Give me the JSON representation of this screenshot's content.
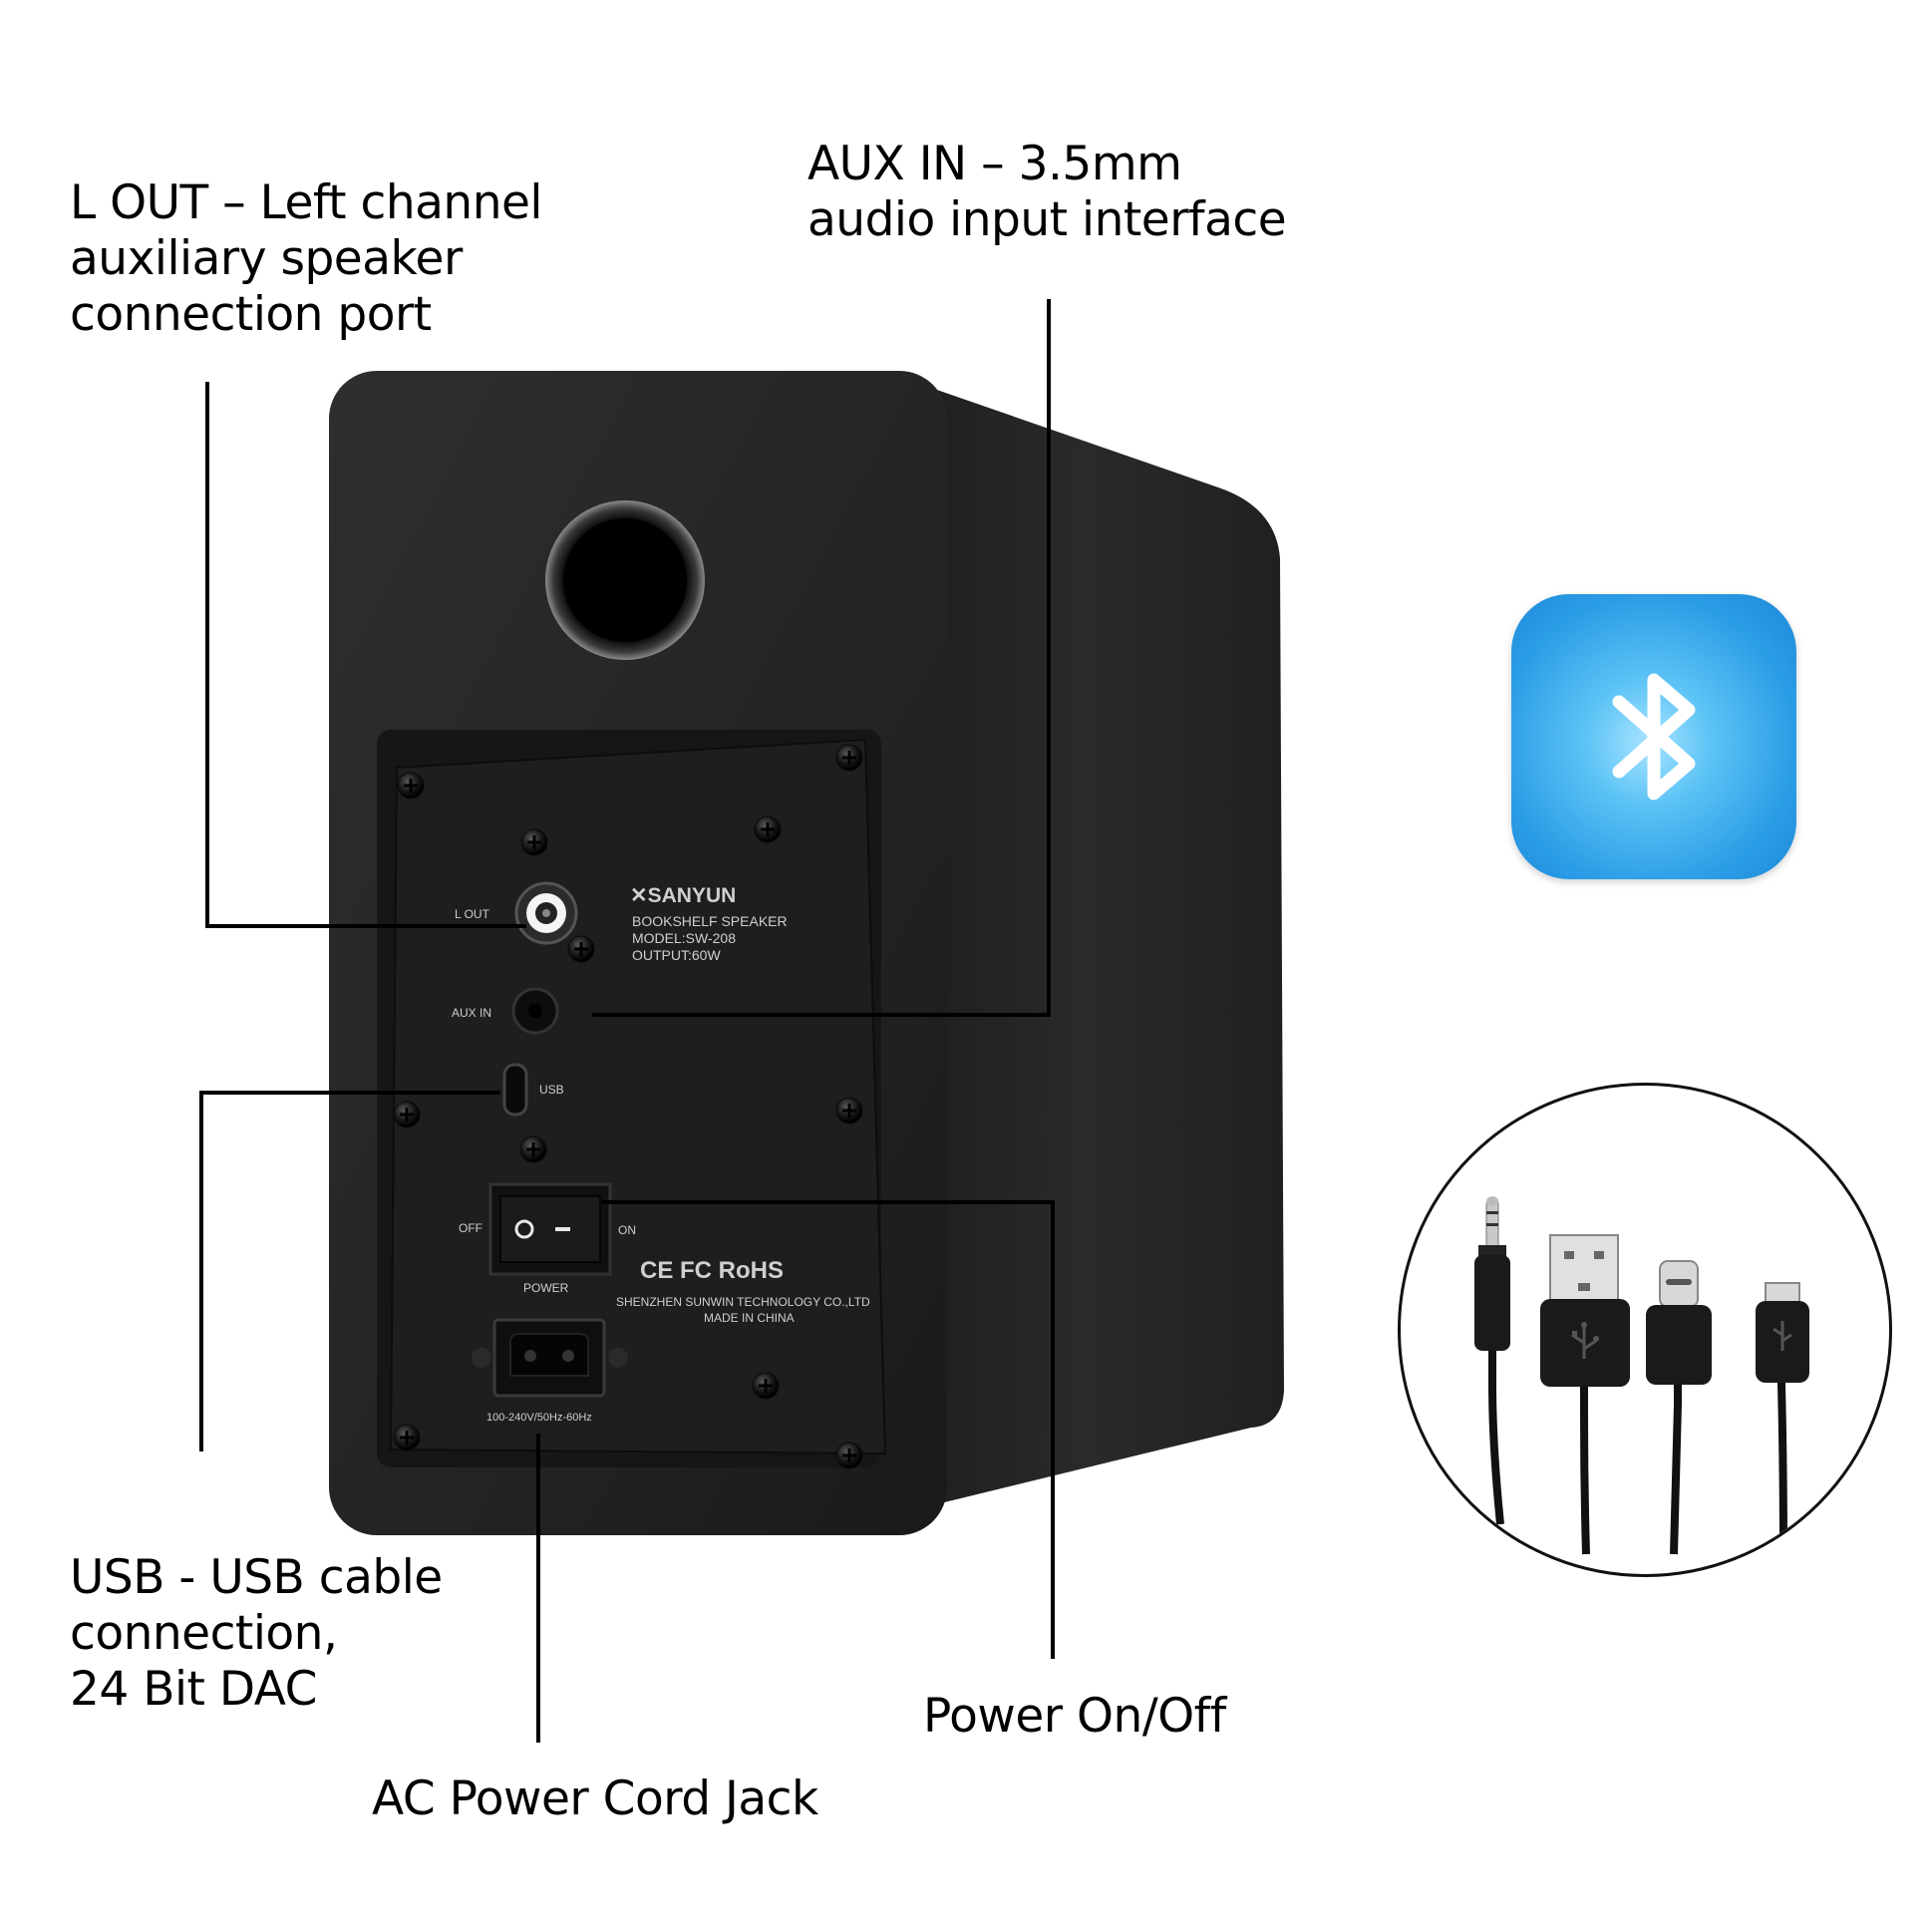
{
  "callouts": {
    "l_out": [
      "L OUT  –  Left channel",
      "auxiliary speaker",
      "connection port"
    ],
    "aux_in": [
      "AUX IN  –  3.5mm",
      "audio input interface"
    ],
    "usb": [
      "USB - USB cable",
      "connection,",
      "24 Bit DAC"
    ],
    "ac_power": [
      "AC Power Cord Jack"
    ],
    "power": [
      "Power On/Off"
    ]
  },
  "panel": {
    "brand": "SANYUN",
    "product_line": "BOOKSHELF SPEAKER",
    "model": "MODEL:SW-208",
    "output": "OUTPUT:60W",
    "l_out_label": "L  OUT",
    "aux_in_label": "AUX IN",
    "usb_label": "USB",
    "off_label": "OFF",
    "on_label": "ON",
    "power_label": "POWER",
    "certifications": "CE FC RoHS",
    "manufacturer": "SHENZHEN SUNWIN TECHNOLOGY CO.,LTD",
    "origin": "MADE IN CHINA",
    "voltage": "100-240V/50Hz-60Hz"
  },
  "colors": {
    "cabinet": "#262626",
    "plate": "#1b1b1b",
    "bluetooth_tile": "#2b9de6",
    "callout_text": "#000000"
  },
  "icons": [
    "bluetooth-icon",
    "usb-icon"
  ]
}
